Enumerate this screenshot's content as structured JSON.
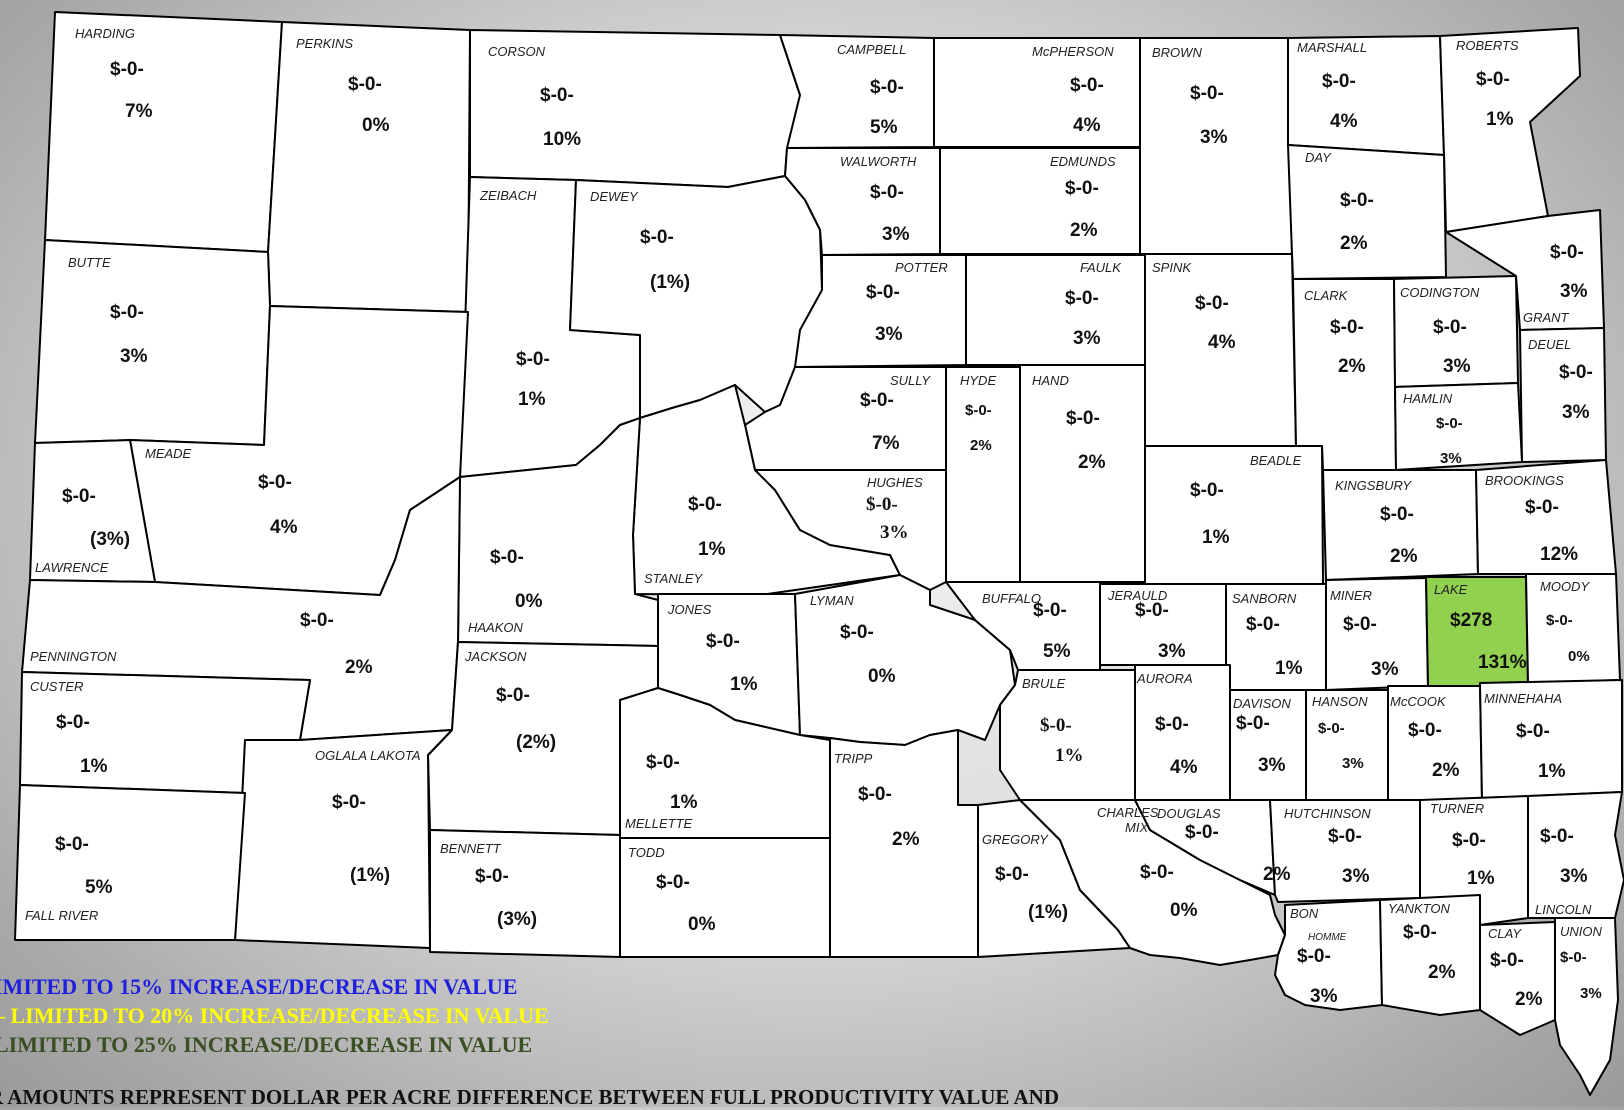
{
  "map": {
    "highlight_color": "#92d050",
    "counties": [
      {
        "name": "HARDING",
        "value": "$-0-",
        "pct": "7%"
      },
      {
        "name": "PERKINS",
        "value": "$-0-",
        "pct": "0%"
      },
      {
        "name": "CORSON",
        "value": "$-0-",
        "pct": "10%"
      },
      {
        "name": "CAMPBELL",
        "value": "$-0-",
        "pct": "5%"
      },
      {
        "name": "McPHERSON",
        "value": "$-0-",
        "pct": "4%"
      },
      {
        "name": "BROWN",
        "value": "$-0-",
        "pct": "3%"
      },
      {
        "name": "MARSHALL",
        "value": "$-0-",
        "pct": "4%"
      },
      {
        "name": "ROBERTS",
        "value": "$-0-",
        "pct": "1%"
      },
      {
        "name": "WALWORTH",
        "value": "$-0-",
        "pct": "3%"
      },
      {
        "name": "EDMUNDS",
        "value": "$-0-",
        "pct": "2%"
      },
      {
        "name": "DAY",
        "value": "$-0-",
        "pct": "2%"
      },
      {
        "name": "ZEIBACH",
        "value": "$-0-",
        "pct": "1%"
      },
      {
        "name": "DEWEY",
        "value": "$-0-",
        "pct": "(1%)"
      },
      {
        "name": "BUTTE",
        "value": "$-0-",
        "pct": "3%"
      },
      {
        "name": "POTTER",
        "value": "$-0-",
        "pct": "3%"
      },
      {
        "name": "FAULK",
        "value": "$-0-",
        "pct": "3%"
      },
      {
        "name": "SPINK",
        "value": "$-0-",
        "pct": "4%"
      },
      {
        "name": "CLARK",
        "value": "$-0-",
        "pct": "2%"
      },
      {
        "name": "CODINGTON",
        "value": "$-0-",
        "pct": "3%"
      },
      {
        "name": "GRANT",
        "value": "$-0-",
        "pct": "3%"
      },
      {
        "name": "DEUEL",
        "value": "$-0-",
        "pct": "3%"
      },
      {
        "name": "HAMLIN",
        "value": "$-0-",
        "pct": "3%"
      },
      {
        "name": "SULLY",
        "value": "$-0-",
        "pct": "7%"
      },
      {
        "name": "HYDE",
        "value": "$-0-",
        "pct": "2%"
      },
      {
        "name": "HAND",
        "value": "$-0-",
        "pct": "2%"
      },
      {
        "name": "MEADE",
        "value": "$-0-",
        "pct": "4%"
      },
      {
        "name": "LAWRENCE",
        "value": "$-0-",
        "pct": "(3%)"
      },
      {
        "name": "STANLEY",
        "value": "$-0-",
        "pct": "1%"
      },
      {
        "name": "HUGHES",
        "value": "$-0-",
        "pct": "3%"
      },
      {
        "name": "BEADLE",
        "value": "$-0-",
        "pct": "1%"
      },
      {
        "name": "KINGSBURY",
        "value": "$-0-",
        "pct": "2%"
      },
      {
        "name": "BROOKINGS",
        "value": "$-0-",
        "pct": "12%"
      },
      {
        "name": "HAAKON",
        "value": "$-0-",
        "pct": "0%"
      },
      {
        "name": "PENNINGTON",
        "value": "$-0-",
        "pct": "2%"
      },
      {
        "name": "JONES",
        "value": "$-0-",
        "pct": "1%"
      },
      {
        "name": "LYMAN",
        "value": "$-0-",
        "pct": "0%"
      },
      {
        "name": "BUFFALO",
        "value": "$-0-",
        "pct": "5%"
      },
      {
        "name": "JERAULD",
        "value": "$-0-",
        "pct": "3%"
      },
      {
        "name": "SANBORN",
        "value": "$-0-",
        "pct": "1%"
      },
      {
        "name": "MINER",
        "value": "$-0-",
        "pct": "3%"
      },
      {
        "name": "LAKE",
        "value": "$278",
        "pct": "131%"
      },
      {
        "name": "MOODY",
        "value": "$-0-",
        "pct": "0%"
      },
      {
        "name": "CUSTER",
        "value": "$-0-",
        "pct": "1%"
      },
      {
        "name": "JACKSON",
        "value": "$-0-",
        "pct": "(2%)"
      },
      {
        "name": "BRULE",
        "value": "$-0-",
        "pct": "1%"
      },
      {
        "name": "AURORA",
        "value": "$-0-",
        "pct": "4%"
      },
      {
        "name": "DAVISON",
        "value": "$-0-",
        "pct": "3%"
      },
      {
        "name": "HANSON",
        "value": "$-0-",
        "pct": "3%"
      },
      {
        "name": "McCOOK",
        "value": "$-0-",
        "pct": "2%"
      },
      {
        "name": "MINNEHAHA",
        "value": "$-0-",
        "pct": "1%"
      },
      {
        "name": "OGLALA LAKOTA",
        "value": "$-0-",
        "pct": "(1%)"
      },
      {
        "name": "MELLETTE",
        "value": "$-0-",
        "pct": "1%"
      },
      {
        "name": "TRIPP",
        "value": "$-0-",
        "pct": "2%"
      },
      {
        "name": "FALL RIVER",
        "value": "$-0-",
        "pct": "5%"
      },
      {
        "name": "BENNETT",
        "value": "$-0-",
        "pct": "(3%)"
      },
      {
        "name": "TODD",
        "value": "$-0-",
        "pct": "0%"
      },
      {
        "name": "GREGORY",
        "value": "$-0-",
        "pct": "(1%)"
      },
      {
        "name": "CHARLES MIX",
        "value": "$-0-",
        "pct": "0%"
      },
      {
        "name": "DOUGLAS",
        "value": "$-0-",
        "pct": "2%"
      },
      {
        "name": "HUTCHINSON",
        "value": "$-0-",
        "pct": "3%"
      },
      {
        "name": "TURNER",
        "value": "$-0-",
        "pct": "1%"
      },
      {
        "name": "LINCOLN",
        "value": "$-0-",
        "pct": "3%"
      },
      {
        "name": "BON HOMME",
        "value": "$-0-",
        "pct": "3%"
      },
      {
        "name": "YANKTON",
        "value": "$-0-",
        "pct": "2%"
      },
      {
        "name": "CLAY",
        "value": "$-0-",
        "pct": "2%"
      },
      {
        "name": "UNION",
        "value": "$-0-",
        "pct": "3%"
      }
    ]
  },
  "legend": [
    {
      "text": "IMITED TO 15% INCREASE/DECREASE IN VALUE",
      "color": "#1f1fe0"
    },
    {
      "text": "– LIMITED TO 20% INCREASE/DECREASE IN VALUE",
      "color": "#ffff00"
    },
    {
      "text": "LIMITED TO 25% INCREASE/DECREASE IN VALUE",
      "color": "#3a4f23"
    }
  ],
  "footnote": "R AMOUNTS REPRESENT DOLLAR PER ACRE DIFFERENCE BETWEEN FULL PRODUCTIVITY VALUE AND"
}
